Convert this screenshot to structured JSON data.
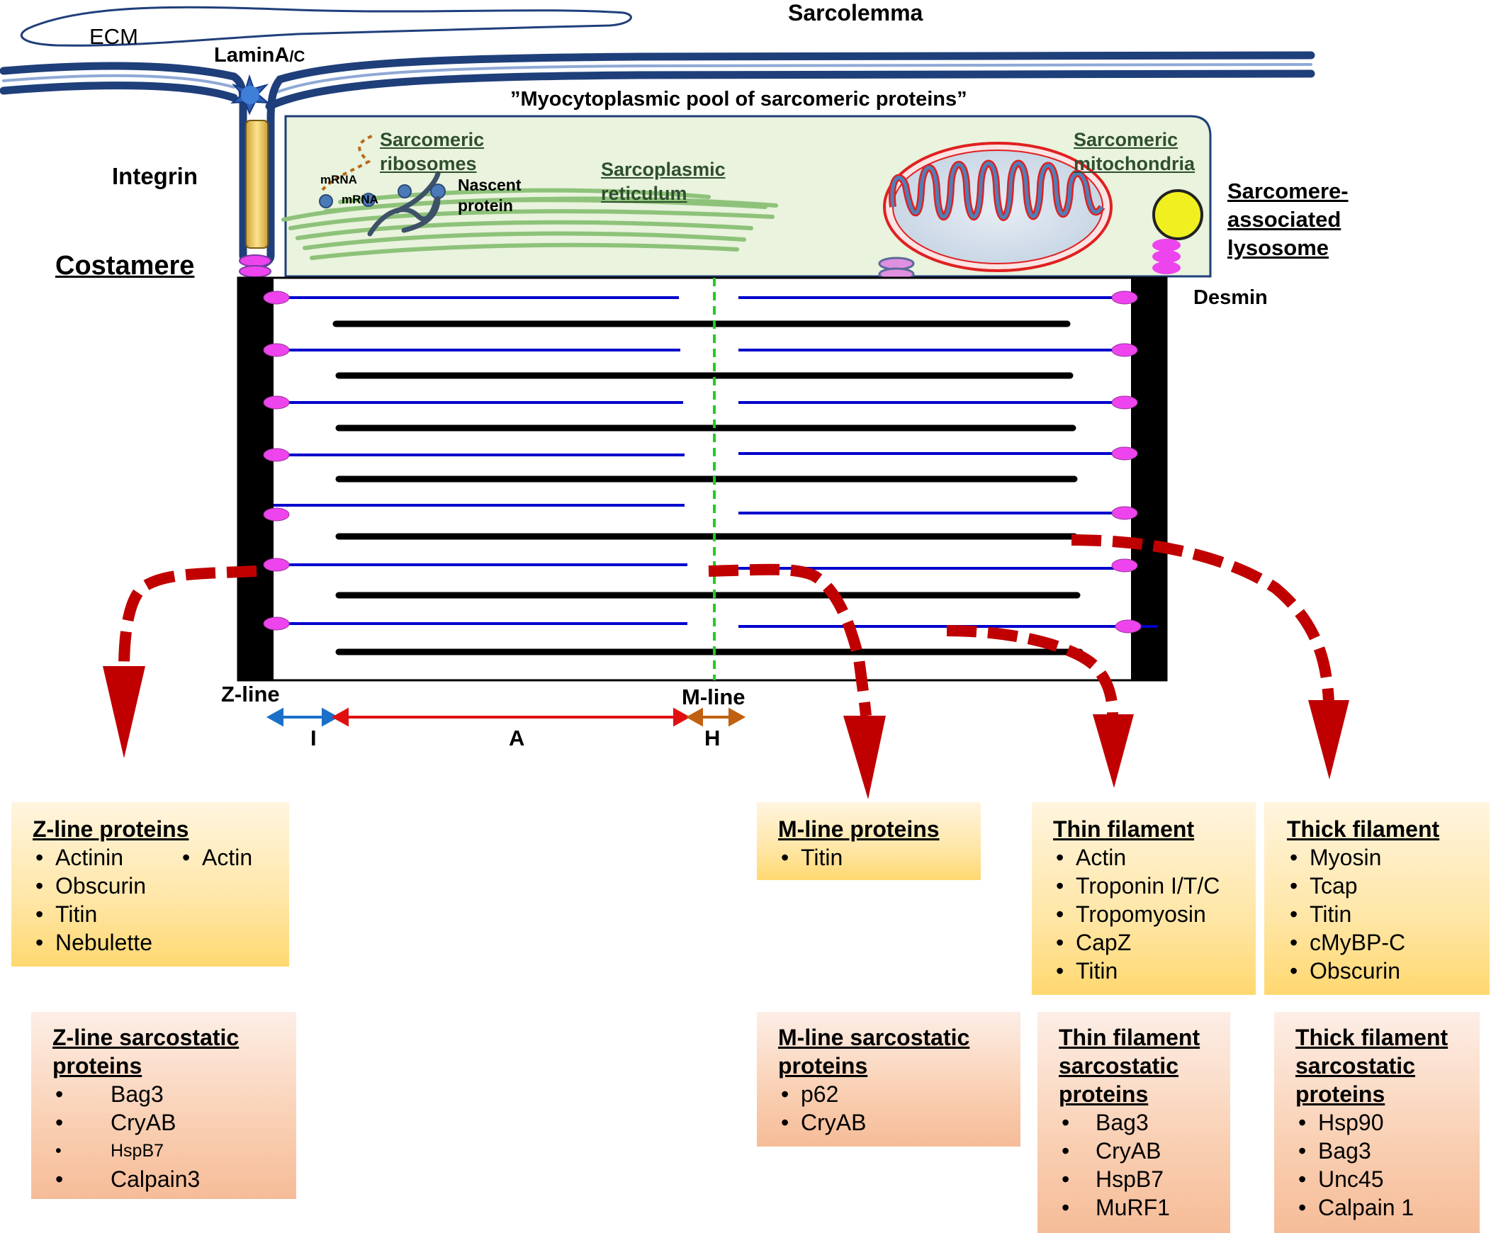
{
  "header": {
    "sarcolemma": "Sarcolemma",
    "ecm": "ECM",
    "lamin_main": "LaminA",
    "lamin_suffix": "/C",
    "integrin": "Integrin",
    "costamere": "Costamere",
    "pool": "”Myocytoplasmic pool of sarcomeric proteins”",
    "ribosomes_line1": "Sarcomeric",
    "ribosomes_line2": "ribosomes",
    "mrna1": "mRNA",
    "mrna2": "mRNA",
    "nascent_line1": "Nascent",
    "nascent_line2": "protein",
    "sr_line1": "Sarcoplasmic",
    "sr_line2": "reticulum",
    "mito_line1": "Sarcomeric",
    "mito_line2": "mitochondria",
    "lyso_line1": "Sarcomere-",
    "lyso_line2": "associated",
    "lyso_line3": "lysosome",
    "desmin": "Desmin"
  },
  "sarcomere": {
    "zline": "Z-line",
    "mline": "M-line",
    "band_i": "I",
    "band_a": "A",
    "band_h": "H"
  },
  "colors": {
    "membrane": "#1f3f7a",
    "thin_filament": "#0000cc",
    "thick_filament": "#000000",
    "arrow": "#c00000",
    "mline": "#22cc22",
    "pink": "#ee44ee"
  },
  "boxes": {
    "zline": {
      "title": "Z-line proteins",
      "col1": [
        "Actinin",
        "Obscurin",
        "Titin",
        "Nebulette"
      ],
      "col2": [
        "Actin"
      ]
    },
    "zline_sarco": {
      "title": "Z-line sarcostatic proteins",
      "items": [
        "Bag3",
        "CryAB",
        "HspB7",
        "Calpain3"
      ]
    },
    "mline": {
      "title": "M-line proteins",
      "items": [
        "Titin"
      ]
    },
    "mline_sarco": {
      "title": "M-line sarcostatic proteins",
      "items": [
        "p62",
        "CryAB"
      ]
    },
    "thin": {
      "title": "Thin filament",
      "items": [
        "Actin",
        "Troponin I/T/C",
        "Tropomyosin",
        "CapZ",
        "Titin"
      ]
    },
    "thin_sarco": {
      "title": "Thin filament sarcostatic proteins",
      "items": [
        "Bag3",
        "CryAB",
        "HspB7",
        "MuRF1"
      ]
    },
    "thick": {
      "title": "Thick filament",
      "items": [
        "Myosin",
        "Tcap",
        "Titin",
        "cMyBP-C",
        "Obscurin"
      ]
    },
    "thick_sarco": {
      "title": "Thick filament sarcostatic proteins",
      "items": [
        "Hsp90",
        "Bag3",
        "Unc45",
        "Calpain 1"
      ]
    }
  }
}
